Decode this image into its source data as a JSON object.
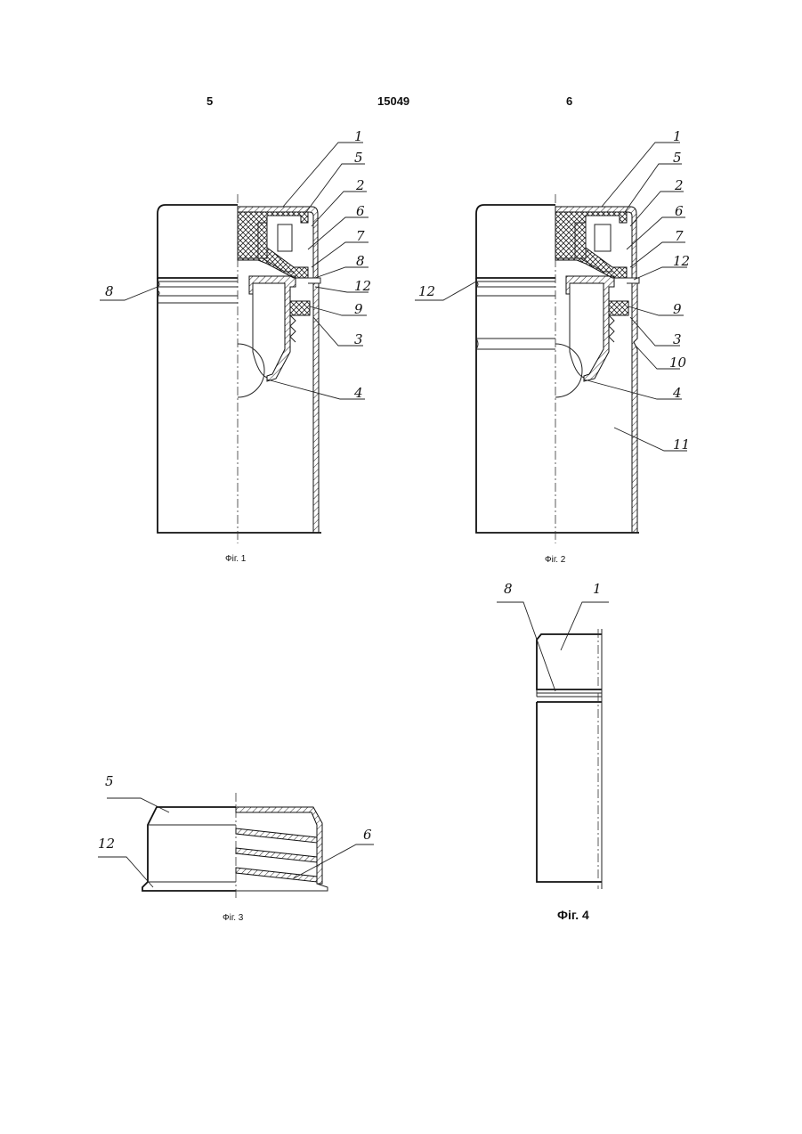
{
  "header": {
    "page_left": "5",
    "patent_number": "15049",
    "page_right": "6"
  },
  "figures": {
    "fig1": {
      "caption": "Фіг. 1",
      "labels": {
        "l1": "1",
        "l5": "5",
        "l2": "2",
        "l6": "6",
        "l7": "7",
        "l8": "8",
        "l12": "12",
        "l9": "9",
        "l3": "3",
        "l4": "4",
        "l8left": "8"
      }
    },
    "fig2": {
      "caption": "Фіг. 2",
      "labels": {
        "l1": "1",
        "l5": "5",
        "l2": "2",
        "l6": "6",
        "l7": "7",
        "l12": "12",
        "l9": "9",
        "l3": "3",
        "l10": "10",
        "l4": "4",
        "l11": "11",
        "l12left": "12"
      }
    },
    "fig3": {
      "caption": "Фіг. 3",
      "labels": {
        "l5": "5",
        "l12": "12",
        "l6": "6"
      }
    },
    "fig4": {
      "caption": "Фіг. 4",
      "labels": {
        "l8": "8",
        "l1": "1"
      }
    }
  }
}
